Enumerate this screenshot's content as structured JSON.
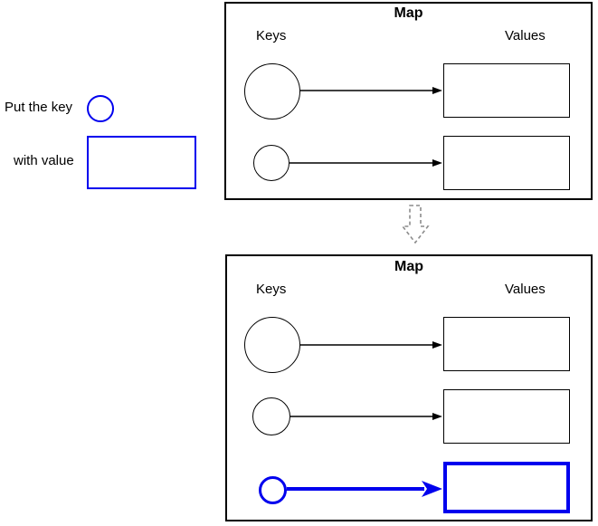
{
  "annotation": {
    "put_key_label": "Put the key",
    "with_value_label": "with value"
  },
  "map_before": {
    "title": "Map",
    "keys_label": "Keys",
    "values_label": "Values",
    "rows": 2
  },
  "map_after": {
    "title": "Map",
    "keys_label": "Keys",
    "values_label": "Values",
    "rows": 3,
    "highlighted_row": 3
  },
  "icons": {
    "transition_arrow": "dashed-down-arrow",
    "mapping_arrow": "right-arrow"
  },
  "colors": {
    "highlight_blue": "#0000EE",
    "shape_stroke": "#000000",
    "transition_arrow_gray": "#8c8c8c",
    "background": "#ffffff"
  }
}
